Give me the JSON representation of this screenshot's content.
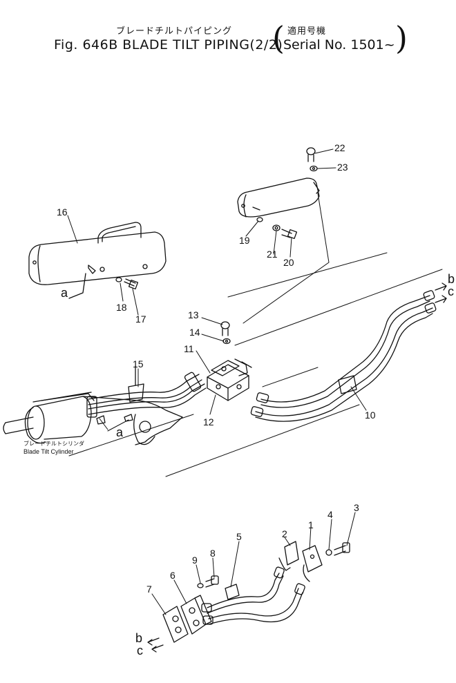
{
  "title": {
    "japanese": "ブレードチルトパイピング",
    "main": "Fig. 646B BLADE TILT PIPING(2/2)"
  },
  "serial": {
    "japanese": "適用号機",
    "main": "Serial No. 1501~"
  },
  "cylinder_label": {
    "japanese": "ブレードチルトシリンダ",
    "english": "Blade Tilt Cylinder"
  },
  "callouts": [
    "1",
    "2",
    "3",
    "4",
    "5",
    "6",
    "7",
    "8",
    "9",
    "10",
    "11",
    "12",
    "13",
    "14",
    "15",
    "16",
    "17",
    "18",
    "19",
    "20",
    "21",
    "22",
    "23"
  ],
  "ref_letters": {
    "a": "a",
    "b": "b",
    "c": "c"
  }
}
